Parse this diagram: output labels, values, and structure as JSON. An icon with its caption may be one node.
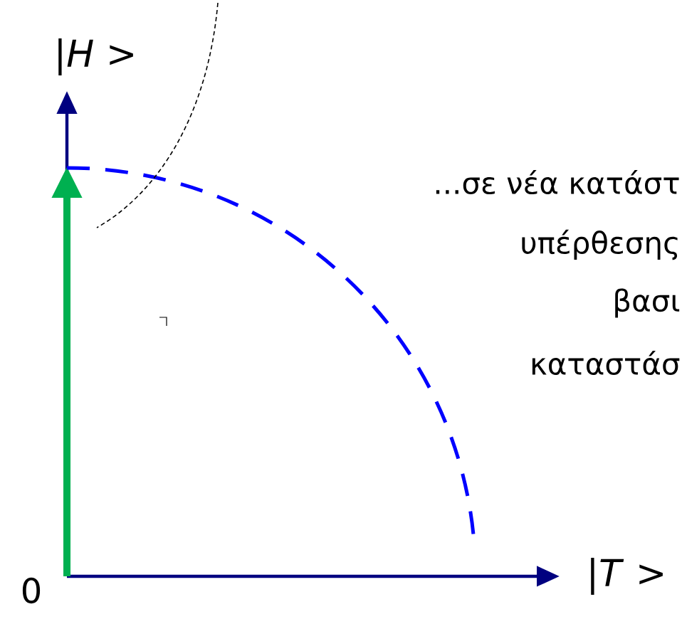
{
  "diagram": {
    "labels": [
      "|*H* >",
      "...σε νέα κατάστ",
      "υπέρθεσης",
      "βασι",
      "καταστάσ",
      "0",
      "|*T* >"
    ]
  }
}
